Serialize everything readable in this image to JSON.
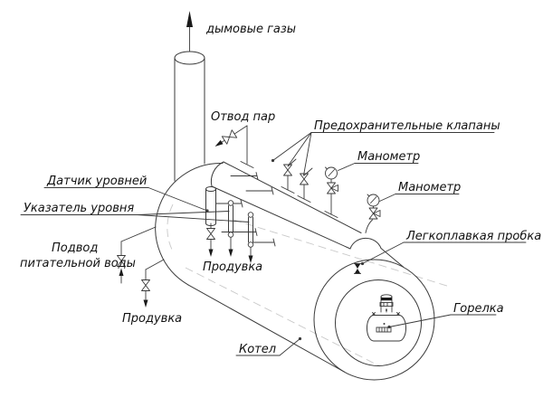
{
  "diagram": {
    "kind": "boiler-schematic-line-drawing",
    "colors": {
      "background": "#ffffff",
      "line": "#3a3a3a",
      "centerline": "#c9c9c9",
      "text": "#111111"
    },
    "labels": {
      "flue_gases": "дымовые газы",
      "steam_outlet": "Отвод пар",
      "safety_valves": "Предохранительные клапаны",
      "manometer_top": "Манометр",
      "manometer_right": "Манометр",
      "level_sensor": "Датчик уровней",
      "level_indicator": "Указатель уровня",
      "feed_water_line1": "Подвод",
      "feed_water_line2": "питательной воды",
      "blowdown_left": "Продувка",
      "blowdown_center": "Продувка",
      "fusible_plug": "Легкоплавкая пробка",
      "burner": "Горелка",
      "boiler": "Котел"
    }
  }
}
